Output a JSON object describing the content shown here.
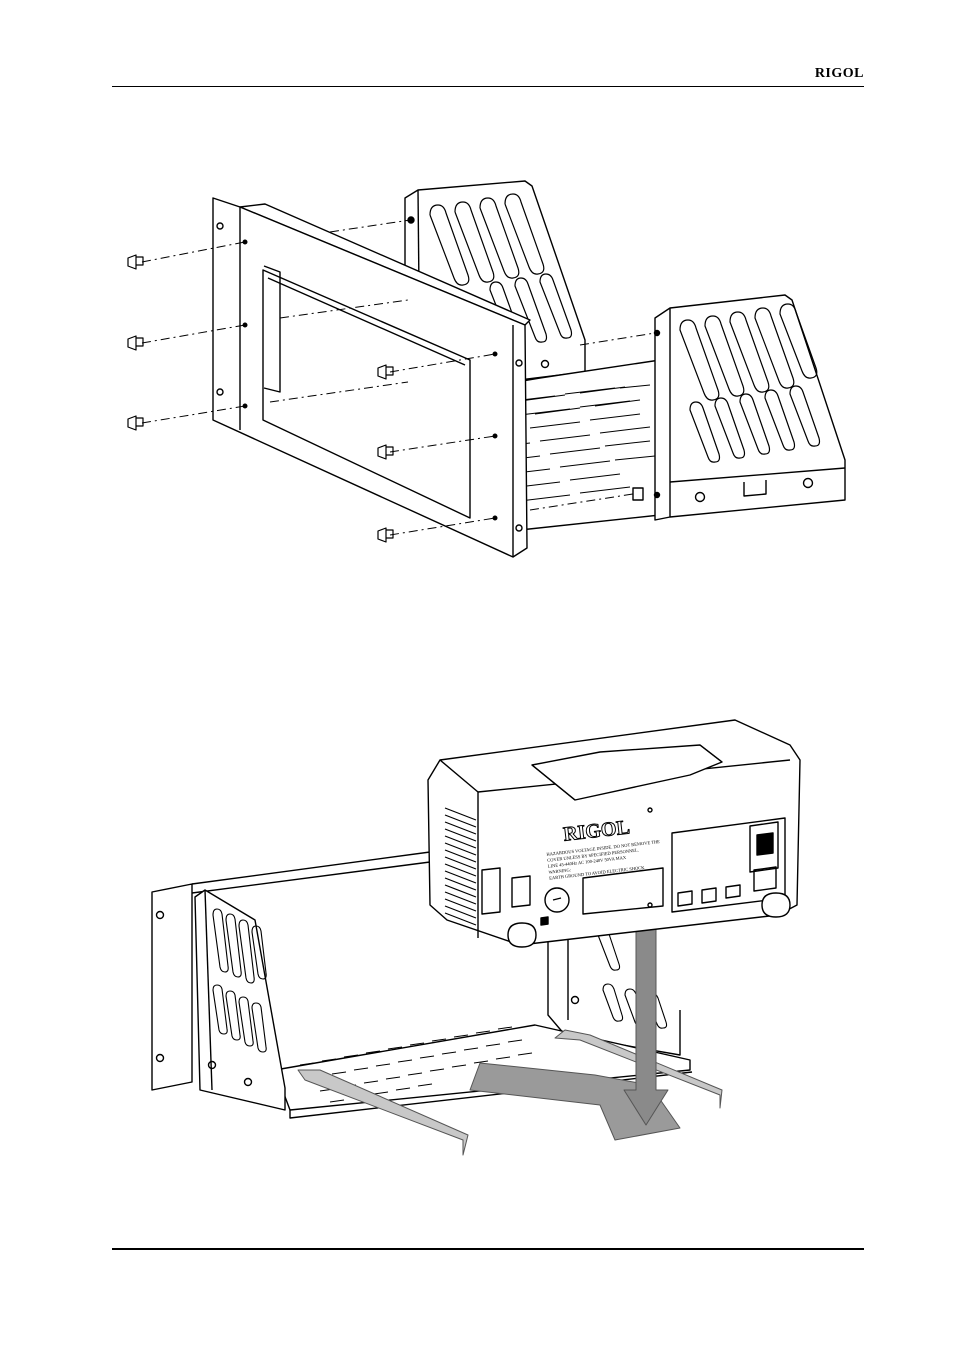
{
  "header": {
    "brand": "RIGOL"
  },
  "figure_bottom": {
    "device_brand": "RIGOL",
    "rear_label_lines": [
      "HAZARDOUS VOLTAGE INSIDE. DO NOT REMOVE THE",
      "COVER UNLESS BY SPECIFIED PERSONNEL.",
      "LINE 45-440Hz AC 100-240V 50VA MAX",
      "WARNING:",
      "EARTH GROUND TO AVOID ELECTRIC SHOCK"
    ]
  }
}
